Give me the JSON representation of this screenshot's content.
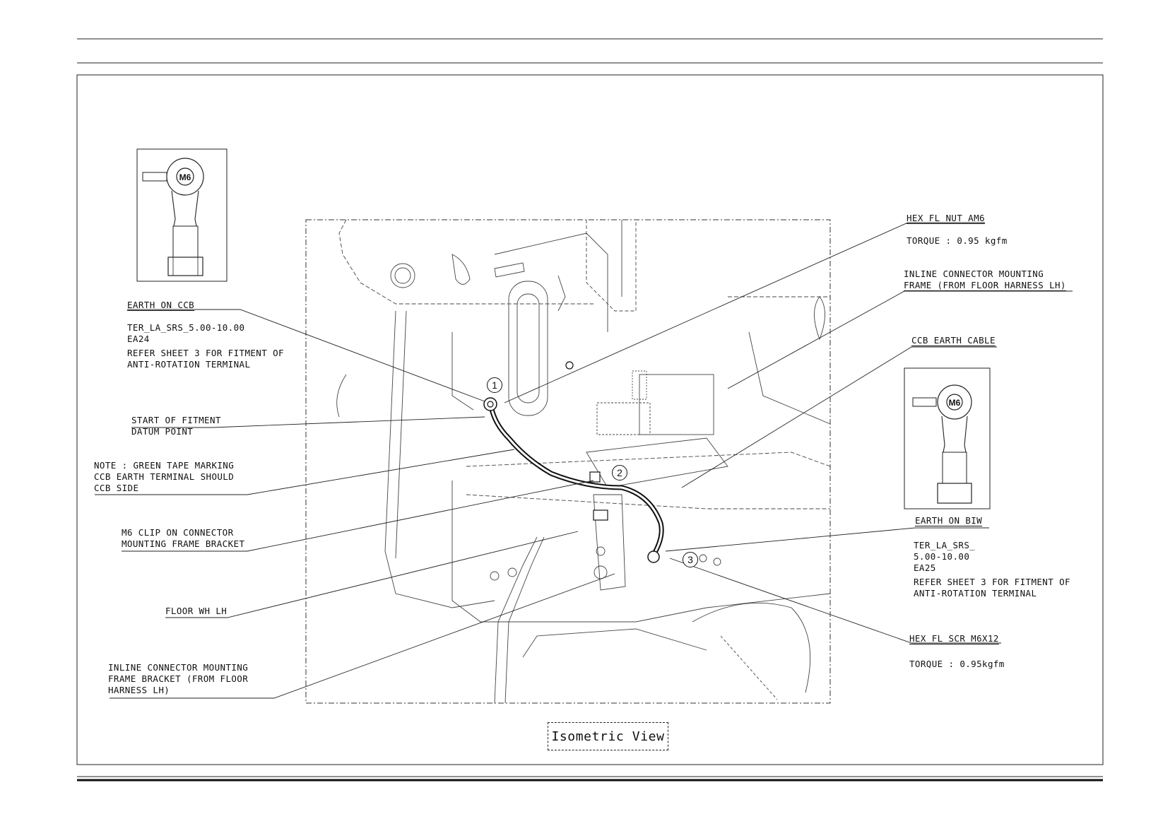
{
  "view_title": "Isometric View",
  "terminal_inset_left": {
    "stud": "M6"
  },
  "terminal_inset_right": {
    "stud": "M6"
  },
  "balloons": [
    "1",
    "2",
    "3"
  ],
  "callouts": {
    "earth_on_ccb": {
      "title": "EARTH ON CCB",
      "line1": "TER_LA_SRS_5.00-10.00",
      "line2": "EA24",
      "line3": "REFER SHEET 3 FOR FITMENT OF",
      "line4": "ANTI-ROTATION TERMINAL"
    },
    "start_of_fitment": {
      "line1": "START OF FITMENT",
      "line2": "DATUM POINT"
    },
    "green_tape_note": {
      "line1": "NOTE : GREEN TAPE MARKING",
      "line2": "CCB EARTH TERMINAL SHOULD",
      "line3": "CCB SIDE"
    },
    "m6_clip": {
      "line1": "M6 CLIP ON CONNECTOR",
      "line2": "MOUNTING FRAME BRACKET"
    },
    "floor_wh": {
      "line1": "FLOOR WH LH"
    },
    "inline_bracket": {
      "line1": "INLINE CONNECTOR MOUNTING",
      "line2": "FRAME BRACKET (FROM FLOOR",
      "line3": "HARNESS LH)"
    },
    "hex_nut": {
      "title": "HEX FL NUT AM6",
      "torque": "TORQUE : 0.95 kgfm"
    },
    "inline_frame": {
      "line1": "INLINE CONNECTOR MOUNTING",
      "line2": "FRAME (FROM FLOOR HARNESS LH)"
    },
    "ccb_earth_cable": {
      "title": "CCB EARTH CABLE"
    },
    "earth_on_biw": {
      "title": "EARTH ON BIW",
      "line1": "TER_LA_SRS_",
      "line2": "5.00-10.00",
      "line3": "EA25",
      "line4": "REFER SHEET 3 FOR FITMENT OF",
      "line5": "ANTI-ROTATION TERMINAL"
    },
    "hex_screw": {
      "title": "HEX FL SCR M6X12",
      "torque": "TORQUE : 0.95kgfm"
    }
  }
}
